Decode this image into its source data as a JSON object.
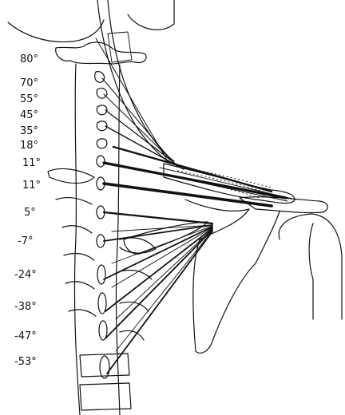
{
  "figure": {
    "angle_labels": [
      "80°",
      "70°",
      "55°",
      "45°",
      "35°",
      "18°",
      "11°",
      "11°",
      "5°",
      "-7°",
      "-24°",
      "-38°",
      "-47°",
      "-53°"
    ]
  },
  "colors": {
    "ink": "#111111",
    "paper": "#ffffff"
  }
}
